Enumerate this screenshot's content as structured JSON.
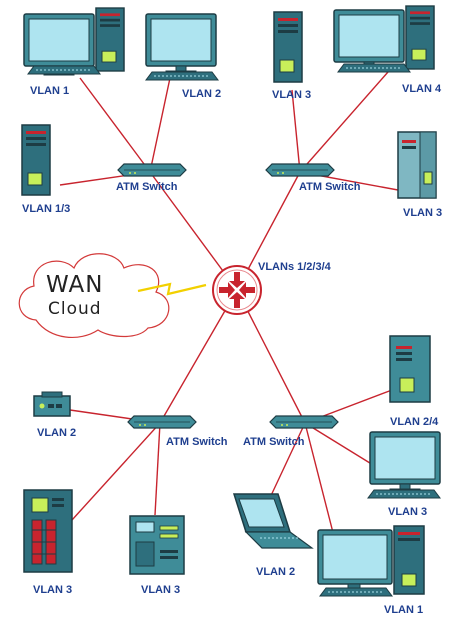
{
  "colors": {
    "link": "#c8242e",
    "label": "#1f3f8f",
    "device_dark": "#2e6f7d",
    "device_mid": "#3f8c98",
    "screen": "#aee4f0",
    "accent_yellow": "#c8ef5a",
    "cloud_stroke": "#d33a3a",
    "lightning": "#f2d000"
  },
  "icons": {
    "router": "router-icon",
    "switch": "atm-switch-icon",
    "desktop": "desktop-computer-icon",
    "tower": "tower-computer-icon",
    "server": "rack-server-icon",
    "laptop": "laptop-icon",
    "hub": "small-hub-icon",
    "cloud": "wan-cloud-icon"
  },
  "labels": {
    "tl_vlan1": "VLAN 1",
    "tl_vlan2": "VLAN 2",
    "tl_vlan13": "VLAN 1/3",
    "tl_switch": "ATM Switch",
    "tr_vlan3_tower": "VLAN 3",
    "tr_vlan4": "VLAN 4",
    "tr_vlan3_right": "VLAN 3",
    "tr_switch": "ATM Switch",
    "router": "VLANs 1/2/3/4",
    "cloud_line1": "WAN",
    "cloud_line2": "Cloud",
    "bl_vlan2": "VLAN 2",
    "bl_switch": "ATM Switch",
    "bl_vlan3_server": "VLAN 3",
    "bl_vlan3_tower": "VLAN 3",
    "br_switch": "ATM Switch",
    "br_vlan24": "VLAN 2/4",
    "br_vlan3": "VLAN 3",
    "br_vlan2": "VLAN 2",
    "br_vlan1": "VLAN 1"
  }
}
